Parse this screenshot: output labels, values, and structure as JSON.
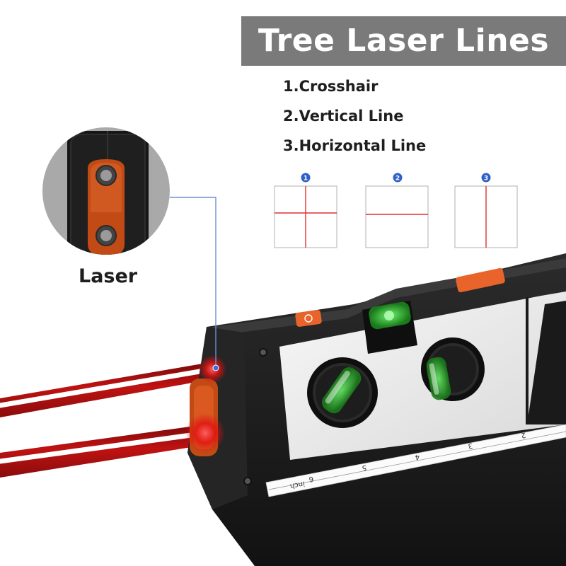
{
  "title": "Tree Laser Lines",
  "features": [
    "1.Crosshair",
    "2.Vertical Line",
    "3.Horizontal Line"
  ],
  "diagrams": [
    {
      "number": "1",
      "pattern": "crosshair"
    },
    {
      "number": "2",
      "pattern": "horizontal"
    },
    {
      "number": "3",
      "pattern": "vertical"
    }
  ],
  "callout": {
    "label": "Laser"
  },
  "ruler": {
    "unit": "inch",
    "marks": [
      "6",
      "5",
      "4",
      "3",
      "2"
    ]
  },
  "colors": {
    "banner": "#7a7a7a",
    "laser_red": "#d01818",
    "tool_body": "#1c1c1c",
    "accent_orange": "#e8642a",
    "bubble_green": "#3cd93c",
    "badge_blue": "#2f5fc8"
  }
}
